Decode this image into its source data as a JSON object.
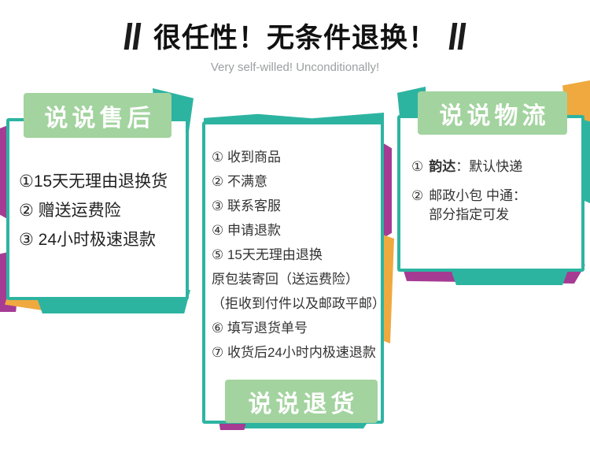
{
  "header": {
    "title": "很任性！无条件退换！",
    "subtitle": "Very self-willed! Unconditionally!"
  },
  "colors": {
    "badge_green": "#a3d39f",
    "border_teal": "#2db4a1",
    "accent_magenta": "#a53b93",
    "accent_orange": "#efa93f"
  },
  "panels": {
    "after_sales": {
      "badge": "说说售后",
      "items": [
        "①15天无理由退换货",
        "② 赠送运费险",
        "③ 24小时极速退款"
      ]
    },
    "returns": {
      "badge": "说说退货",
      "items": [
        "① 收到商品",
        "② 不满意",
        "③ 联系客服",
        "④ 申请退款",
        "⑤ 15天无理由退换",
        "原包装寄回（送运费险）",
        "（拒收到付件以及邮政平邮）",
        "⑥ 填写退货单号",
        "⑦ 收货后24小时内极速退款"
      ]
    },
    "logistics": {
      "badge": "说说物流",
      "item1_num": "①",
      "item1_bold": "韵达",
      "item1_rest": "：默认快递",
      "item2_num": "②",
      "item2_line1": "邮政小包  中通：",
      "item2_line2": "部分指定可发"
    }
  }
}
